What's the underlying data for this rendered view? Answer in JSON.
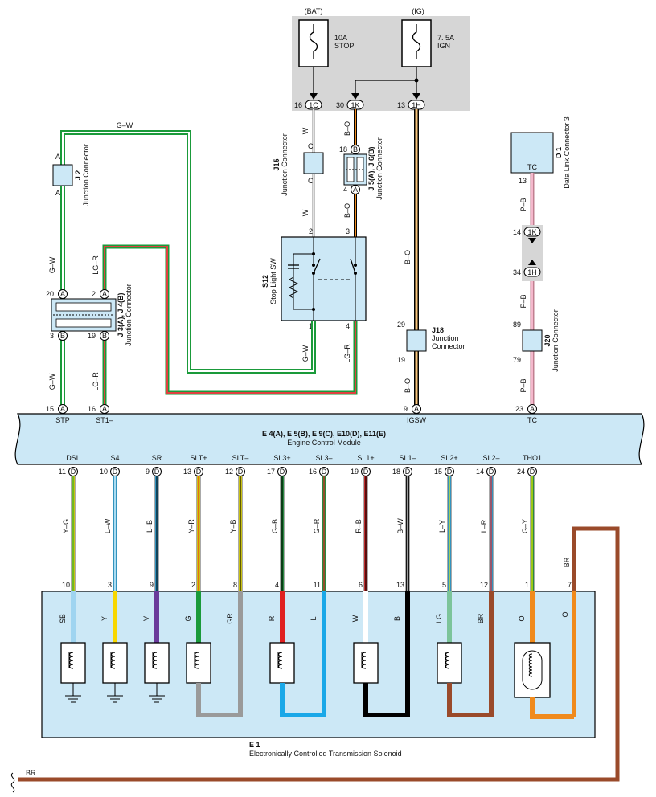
{
  "top": {
    "bat": "(BAT)",
    "ig": "(IG)",
    "fuse1_amp": "10A",
    "fuse1_name": "STOP",
    "fuse2_amp": "7. 5A",
    "fuse2_name": "IGN",
    "pin1_num": "16",
    "pin1_code": "1C",
    "pin2_num": "30",
    "pin2_code": "1K",
    "pin3_num": "13",
    "pin3_code": "1H"
  },
  "wires_top": {
    "gw_top": "G–W",
    "w1": "W",
    "bo1": "B–O",
    "w2": "W",
    "bo2": "B–O",
    "bo3": "B–O",
    "gw_left": "G–W",
    "lgr_left": "LG–R",
    "gw_low": "G–W",
    "lgr_low": "LG–R",
    "gw_sw": "G–W",
    "lgr_sw": "LG–R",
    "bo_low": "B–O",
    "pb_top": "P–B",
    "pb_mid": "P–B",
    "pb_low": "P–B"
  },
  "j2": {
    "id": "J 2",
    "name": "Junction Connector",
    "pin_top": "A",
    "pin_bottom": "A"
  },
  "j15": {
    "id": "J15",
    "name": "Junction Connector",
    "pin_top": "C",
    "pin_bottom": "C"
  },
  "j5": {
    "id": "J 5(A), J 6(B)",
    "name": "Junction Connector",
    "pin_top_num": "18",
    "pin_top": "B",
    "pin_bot_num": "4",
    "pin_bot": "A"
  },
  "s12": {
    "id": "S12",
    "name": "Stop Light SW",
    "pin2": "2",
    "pin3": "3",
    "pin1": "1",
    "pin4": "4"
  },
  "j3": {
    "id": "J 3(A), J 4(B)",
    "name": "Junction Connector",
    "p20": "20",
    "pA1": "A",
    "p2": "2",
    "pA2": "A",
    "p3": "3",
    "pB1": "B",
    "p19": "19",
    "pB2": "B"
  },
  "j18": {
    "id": "J18",
    "name": "Junction Connector",
    "p29": "29",
    "p19": "19"
  },
  "d1": {
    "id": "D 1",
    "name": "Data Link Connector 3",
    "tc": "TC",
    "pin": "13"
  },
  "mid_conn": {
    "p14": "14",
    "c1": "1K",
    "p34": "34",
    "c2": "1H"
  },
  "j20": {
    "id": "J20",
    "name": "Junction Connector",
    "p89": "89",
    "p79": "79"
  },
  "ecm": {
    "id": "E 4(A), E 5(B), E 9(C), E10(D), E11(E)",
    "name": "Engine Control Module",
    "top_pins": [
      {
        "num": "15",
        "code": "A",
        "label": "STP"
      },
      {
        "num": "16",
        "code": "A",
        "label": "ST1–"
      },
      {
        "num": "9",
        "code": "A",
        "label": "IGSW"
      },
      {
        "num": "23",
        "code": "A",
        "label": "TC"
      }
    ],
    "bottom_pins": [
      {
        "label": "DSL",
        "num": "11",
        "code": "D",
        "wire": "Y–G",
        "epin": "10",
        "ecolor": "SB"
      },
      {
        "label": "S4",
        "num": "10",
        "code": "D",
        "wire": "L–W",
        "epin": "3",
        "ecolor": "Y"
      },
      {
        "label": "SR",
        "num": "9",
        "code": "D",
        "wire": "L–B",
        "epin": "9",
        "ecolor": "V"
      },
      {
        "label": "SLT+",
        "num": "13",
        "code": "D",
        "wire": "Y–R",
        "epin": "2",
        "ecolor": "G"
      },
      {
        "label": "SLT–",
        "num": "12",
        "code": "D",
        "wire": "Y–B",
        "epin": "8",
        "ecolor": "GR"
      },
      {
        "label": "SL3+",
        "num": "17",
        "code": "D",
        "wire": "G–B",
        "epin": "4",
        "ecolor": "R"
      },
      {
        "label": "SL3–",
        "num": "16",
        "code": "D",
        "wire": "G–R",
        "epin": "11",
        "ecolor": "L"
      },
      {
        "label": "SL1+",
        "num": "19",
        "code": "D",
        "wire": "R–B",
        "epin": "6",
        "ecolor": "W"
      },
      {
        "label": "SL1–",
        "num": "18",
        "code": "D",
        "wire": "B–W",
        "epin": "13",
        "ecolor": "B"
      },
      {
        "label": "SL2+",
        "num": "15",
        "code": "D",
        "wire": "L–Y",
        "epin": "5",
        "ecolor": "LG"
      },
      {
        "label": "SL2–",
        "num": "14",
        "code": "D",
        "wire": "L–R",
        "epin": "12",
        "ecolor": "BR"
      },
      {
        "label": "THO1",
        "num": "24",
        "code": "D",
        "wire": "G–Y",
        "epin": "1",
        "ecolor": "O"
      }
    ]
  },
  "e1": {
    "id": "E 1",
    "name": "Electronically Controlled Transmission Solenoid",
    "pin7": "7",
    "o2": "O",
    "br_right": "BR",
    "br_bottom": "BR"
  },
  "colors": {
    "panel": "#cce8f6",
    "gray_box": "#d6d6d6",
    "green": "#1a9a3a",
    "orange": "#f08a1c",
    "brown": "#9a4a2a"
  }
}
